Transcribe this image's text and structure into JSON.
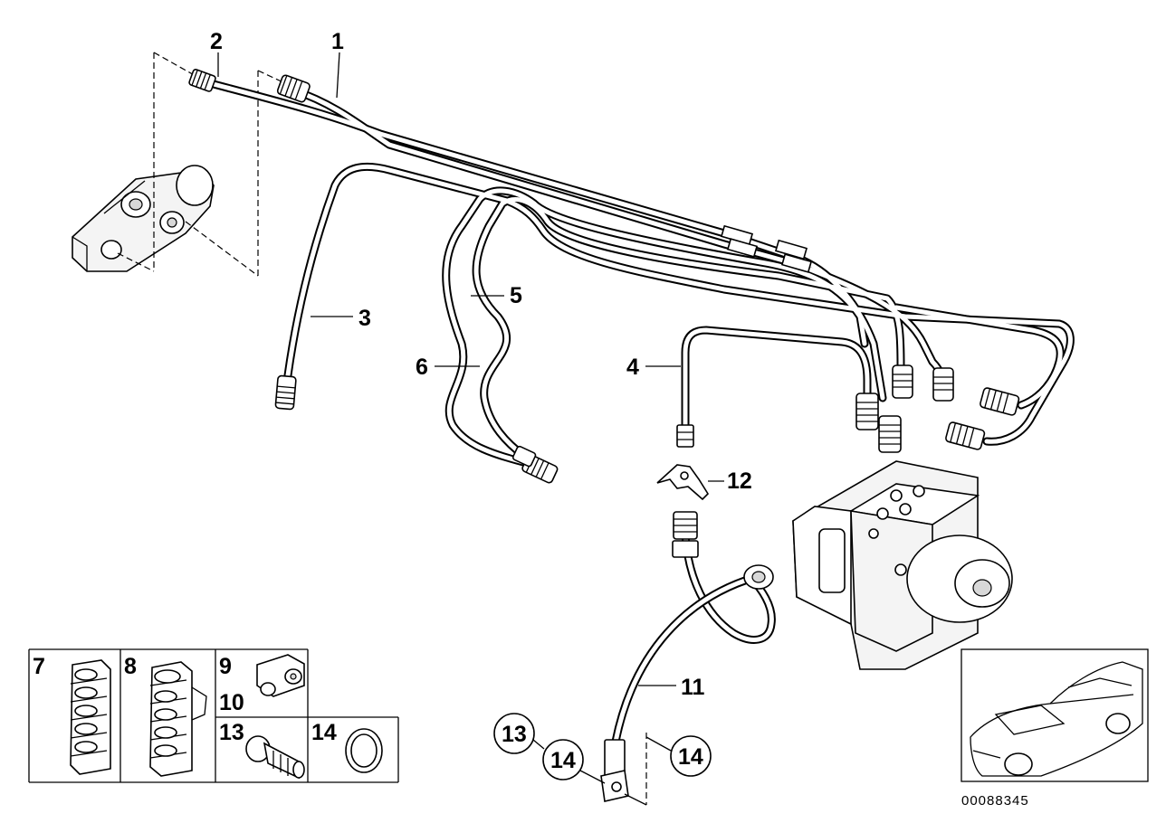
{
  "diagram": {
    "reference_number": "00088345",
    "labels": {
      "p1": "1",
      "p2": "2",
      "p3": "3",
      "p4": "4",
      "p5": "5",
      "p6": "6",
      "p11": "11",
      "p12": "12",
      "c13": "13",
      "c14a": "14",
      "c14b": "14"
    },
    "legend": {
      "c7": "7",
      "c8": "8",
      "c9": "9",
      "c10": "10",
      "c13": "13",
      "c14": "14"
    },
    "colors": {
      "line": "#000000",
      "background": "#ffffff",
      "fill": "#f4f4f4"
    },
    "icons": [
      "master-cylinder-icon",
      "abs-unit-icon",
      "car-thumbnail-icon",
      "pipe-clip-icon",
      "hose-icon",
      "banjo-bolt-icon",
      "seal-ring-icon"
    ]
  }
}
